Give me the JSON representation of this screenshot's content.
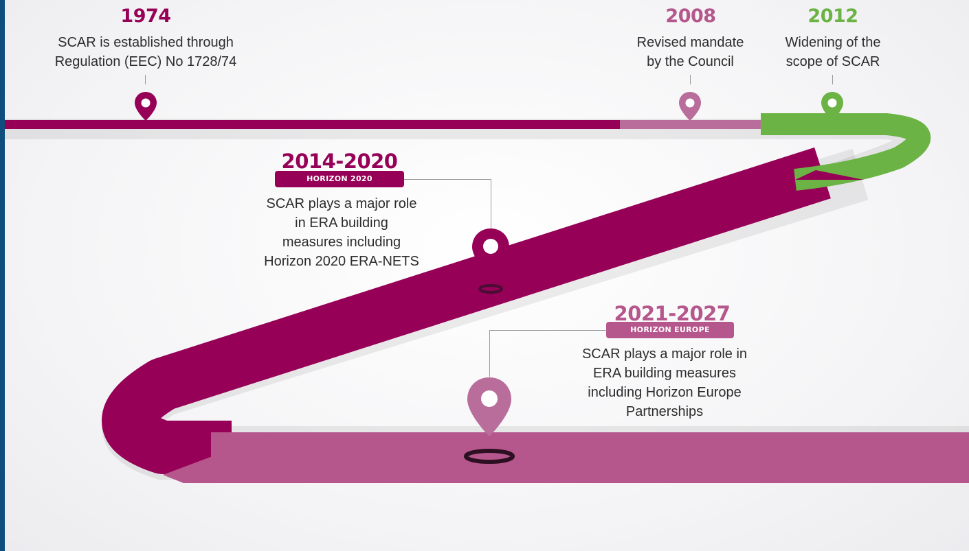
{
  "milestones": {
    "m1974": {
      "year": "1974",
      "description_lines": [
        "SCAR is established through",
        "Regulation (EEC) No 1728/74"
      ]
    },
    "m2008": {
      "year": "2008",
      "description_lines": [
        "Revised mandate",
        "by the Council"
      ]
    },
    "m2012": {
      "year": "2012",
      "description_lines": [
        "Widening of the",
        "scope of SCAR"
      ]
    },
    "m2014": {
      "year": "2014-2020",
      "badge": "HORIZON 2020",
      "description_lines": [
        "SCAR plays a major role",
        "in ERA building",
        "measures including",
        "Horizon 2020 ERA-NETS"
      ]
    },
    "m2021": {
      "year": "2021-2027",
      "badge": "HORIZON EUROPE",
      "description_lines": [
        "SCAR plays a major role in",
        "ERA building measures",
        "including Horizon Europe",
        "Partnerships"
      ]
    }
  },
  "colors": {
    "dark_magenta": "#960056",
    "pink": "#b5568c",
    "light_pink": "#b96d9b",
    "green": "#6bb344",
    "frame_blue": "#0e4d7e"
  },
  "icons": [
    "location-pin-icon"
  ]
}
